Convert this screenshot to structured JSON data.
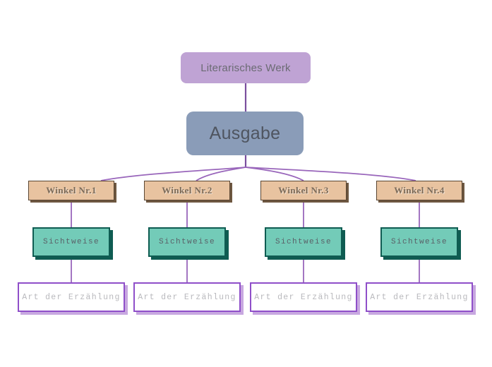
{
  "diagram": {
    "title_node": "Literarisches Werk",
    "main_node": "Ausgabe",
    "colors": {
      "root_fill": "#bfa3d4",
      "main_fill": "#8a9cb8",
      "angle_fill": "#e8c3a0",
      "angle_border": "#5a4632",
      "view_fill": "#73cbb8",
      "view_border": "#0f5c52",
      "narrative_fill": "#ffffff",
      "narrative_border": "#8f4fc9",
      "connector": "#9966bb",
      "background": "#ffffff"
    },
    "branches": [
      {
        "angle_label": "Winkel Nr.1",
        "view_label": "Sichtweise",
        "narrative_label": "Art der Erzählung"
      },
      {
        "angle_label": "Winkel Nr.2",
        "view_label": "Sichtweise",
        "narrative_label": "Art der Erzählung"
      },
      {
        "angle_label": "Winkel Nr.3",
        "view_label": "Sichtweise",
        "narrative_label": "Art der Erzählung"
      },
      {
        "angle_label": "Winkel Nr.4",
        "view_label": "Sichtweise",
        "narrative_label": "Art der Erzählung"
      }
    ]
  }
}
